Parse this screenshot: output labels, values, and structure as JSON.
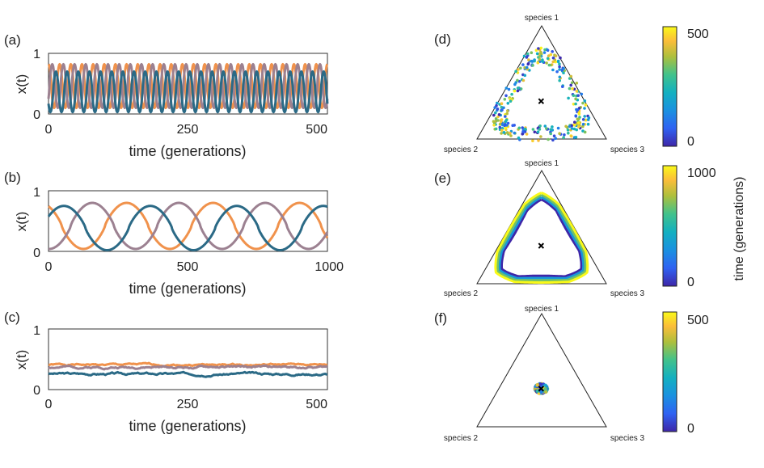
{
  "colors": {
    "orange": "#f0924c",
    "mauve": "#9c8191",
    "teal": "#2b6a86"
  },
  "panel_labels": [
    "(a)",
    "(b)",
    "(c)",
    "(d)",
    "(e)",
    "(f)"
  ],
  "chart_data": [
    {
      "panel": "(a)",
      "type": "line",
      "xlabel": "time (generations)",
      "ylabel": "x(t)",
      "xlim": [
        0,
        500
      ],
      "ylim": [
        0,
        1
      ],
      "xticks": [
        "0",
        "250",
        "500"
      ],
      "yticks": [
        "0",
        "1"
      ],
      "series": [
        {
          "color": "#f0924c",
          "kind": "osc",
          "period": 20,
          "phase": 0,
          "min": 0.1,
          "max": 0.82
        },
        {
          "color": "#9c8191",
          "kind": "osc",
          "period": 20,
          "phase": 6.7,
          "min": 0.1,
          "max": 0.82
        },
        {
          "color": "#2b6a86",
          "kind": "osc",
          "period": 20,
          "phase": 13.3,
          "min": 0.03,
          "max": 0.7
        }
      ]
    },
    {
      "panel": "(b)",
      "type": "line",
      "xlabel": "time (generations)",
      "ylabel": "x(t)",
      "xlim": [
        0,
        1000
      ],
      "ylim": [
        0,
        1
      ],
      "xticks": [
        "0",
        "500",
        "1000"
      ],
      "yticks": [
        "0",
        "1"
      ],
      "series": [
        {
          "color": "#f0924c",
          "kind": "osc",
          "period": 310,
          "phase": 280,
          "min": 0.04,
          "max": 0.8
        },
        {
          "color": "#9c8191",
          "kind": "osc",
          "period": 310,
          "phase": 157,
          "min": 0.04,
          "max": 0.8
        },
        {
          "color": "#2b6a86",
          "kind": "osc",
          "period": 310,
          "phase": 55,
          "min": 0.02,
          "max": 0.75
        }
      ]
    },
    {
      "panel": "(c)",
      "type": "line",
      "xlabel": "time (generations)",
      "ylabel": "x(t)",
      "xlim": [
        0,
        500
      ],
      "ylim": [
        0,
        1
      ],
      "xticks": [
        "0",
        "250",
        "500"
      ],
      "yticks": [
        "0",
        "1"
      ],
      "series": [
        {
          "color": "#f0924c",
          "kind": "noisy",
          "mean": 0.41,
          "amp": 0.03,
          "seed": 1
        },
        {
          "color": "#9c8191",
          "kind": "noisy",
          "mean": 0.37,
          "amp": 0.035,
          "seed": 2
        },
        {
          "color": "#2b6a86",
          "kind": "noisy",
          "mean": 0.26,
          "amp": 0.035,
          "seed": 3
        }
      ]
    },
    {
      "panel": "(d)",
      "type": "scatter",
      "plot": "ternary",
      "vertex_labels": {
        "top": "species 1",
        "left": "species 2",
        "right": "species 3"
      },
      "center": [
        0.333,
        0.333,
        0.333
      ],
      "trajectory": {
        "kind": "dots",
        "radius": 0.85,
        "n": 300,
        "spread": 0.07
      },
      "colorbar": {
        "min": 0,
        "max": 500,
        "ticks": [
          "500",
          "0"
        ]
      }
    },
    {
      "panel": "(e)",
      "type": "line",
      "plot": "ternary",
      "vertex_labels": {
        "top": "species 1",
        "left": "species 2",
        "right": "species 3"
      },
      "center": [
        0.333,
        0.333,
        0.333
      ],
      "trajectory": {
        "kind": "thick",
        "radius": 0.88,
        "n": 400,
        "spread": 0.04
      },
      "colorbar": {
        "min": 0,
        "max": 1000,
        "ticks": [
          "1000",
          "0"
        ],
        "label": "time (generations)"
      }
    },
    {
      "panel": "(f)",
      "type": "scatter",
      "plot": "ternary",
      "vertex_labels": {
        "top": "species 1",
        "left": "species 2",
        "right": "species 3"
      },
      "center": [
        0.333,
        0.333,
        0.333
      ],
      "trajectory": {
        "kind": "blob",
        "radius": 0.11,
        "n": 200,
        "spread": 0.05
      },
      "colorbar": {
        "min": 0,
        "max": 500,
        "ticks": [
          "500",
          "0"
        ]
      }
    }
  ]
}
